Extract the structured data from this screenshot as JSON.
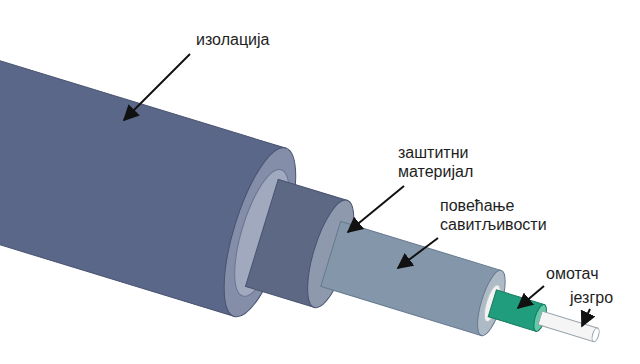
{
  "diagram": {
    "labels": [
      "изолација",
      "заштитни материјал",
      "повећање савитљивости",
      "омотач",
      "језгро"
    ]
  }
}
